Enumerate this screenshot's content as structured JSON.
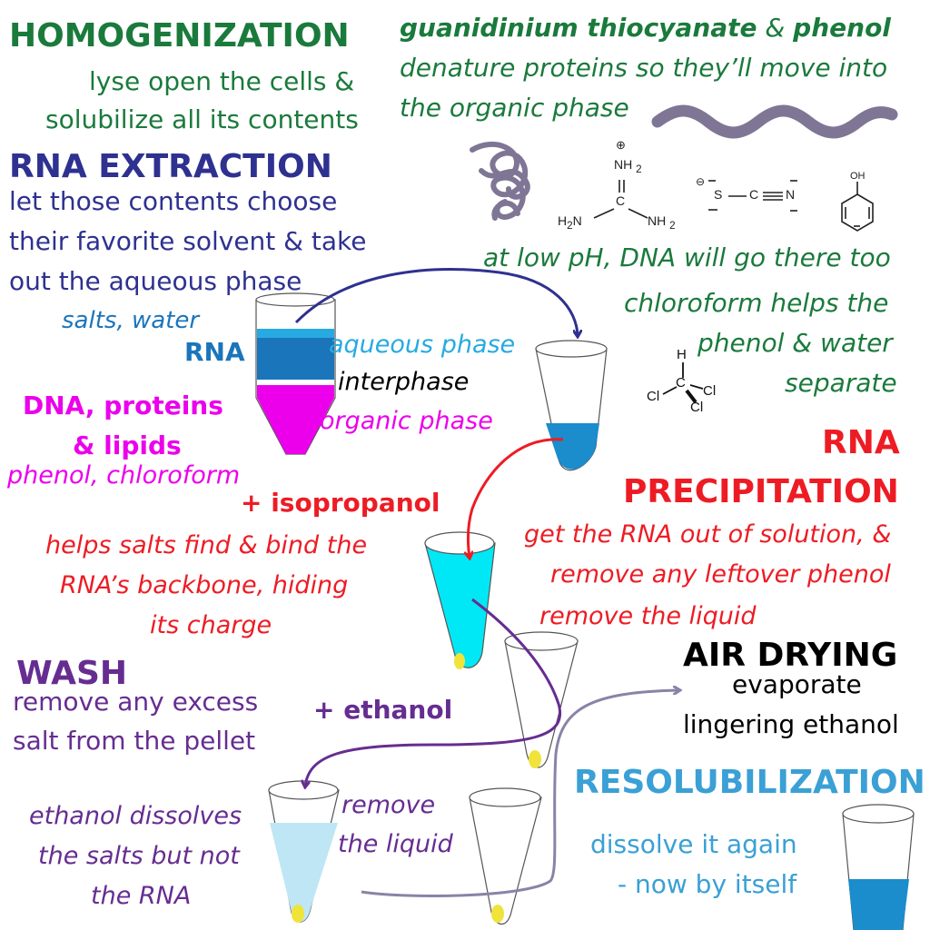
{
  "homogenization": {
    "title": "HOMOGENIZATION",
    "line1": "lyse open the cells &",
    "line2": "solubilize all its contents"
  },
  "denature": {
    "line1_a": "guanidinium thiocyanate",
    "line1_amp": " & ",
    "line1_b": "phenol",
    "line2": "denature proteins so they’ll move into",
    "line3": "the organic phase"
  },
  "chemicals": {
    "guanidinium": {
      "charge": "⊕",
      "nh2_top": "NH",
      "sub2": "2",
      "c": "C",
      "h2n": "H",
      "n_left": "N",
      "nh2_right": "NH"
    },
    "thiocyanate": {
      "charge": "⊖",
      "s": "S",
      "c": "C",
      "n": "N"
    },
    "phenol": {
      "oh": "OH"
    },
    "chloroform": {
      "h": "H",
      "c": "C",
      "cl1": "Cl",
      "cl2": "Cl",
      "cl3": "Cl"
    }
  },
  "extraction": {
    "title": "RNA EXTRACTION",
    "line1": "let those contents choose",
    "line2": "their favorite solvent & take",
    "line3": "out the aqueous phase",
    "salts_water": "salts, water",
    "rna": "RNA",
    "aqueous_phase": "aqueous phase",
    "interphase": "interphase",
    "organic_phase": "organic phase",
    "dna_line1": "DNA, proteins",
    "dna_line2": "& lipids",
    "phenol_chloroform": "phenol, chloroform"
  },
  "low_ph": "at low pH, DNA will go there too",
  "chloroform_note": {
    "line1": "chloroform helps the",
    "line2": "phenol & water",
    "line3": "separate"
  },
  "precipitation": {
    "title1": "RNA",
    "title2": "PRECIPITATION",
    "line1": "get the RNA out of solution, &",
    "line2": "remove any leftover phenol",
    "remove": "remove the liquid",
    "isopropanol": "+ isopropanol",
    "help1": "helps salts find & bind the",
    "help2": "RNA’s backbone, hiding",
    "help3": "its charge"
  },
  "wash": {
    "title": "WASH",
    "line1": "remove any excess",
    "line2": "salt from the pellet",
    "ethanol": "+ ethanol",
    "note1": "ethanol dissolves",
    "note2": "the salts but not",
    "note3": "the RNA",
    "remove1": "remove",
    "remove2": "the liquid"
  },
  "air_drying": {
    "title": "AIR DRYING",
    "line1": "evaporate",
    "line2": "lingering ethanol"
  },
  "resolubilization": {
    "title": "RESOLUBILIZATION",
    "line1": "dissolve it again",
    "line2": "- now by itself"
  },
  "colors": {
    "green": "#1a7a3c",
    "navy": "#2e3190",
    "blue": "#1b75bb",
    "cyan": "#27aae1",
    "magenta": "#ec00ec",
    "red": "#ed1c24",
    "purple": "#662d91",
    "light_blue": "#3aa0d5",
    "protein_gray": "#7f7695"
  }
}
